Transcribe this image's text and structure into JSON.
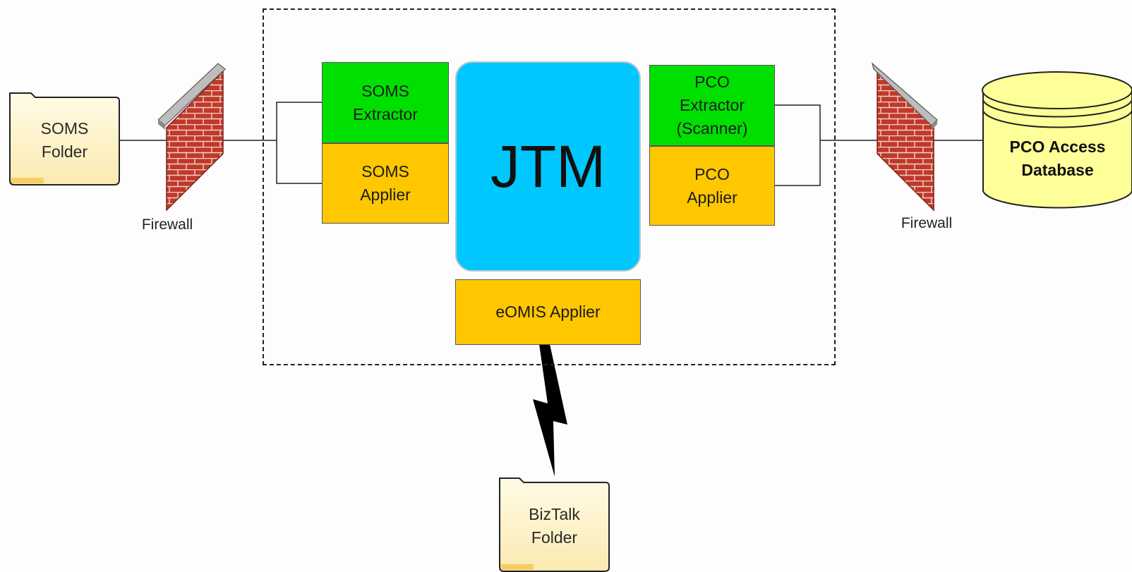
{
  "boundary_label": "",
  "jtm": {
    "label": "JTM"
  },
  "soms_extractor": {
    "label": "SOMS\nExtractor"
  },
  "soms_applier": {
    "label": "SOMS\nApplier"
  },
  "pco_extractor": {
    "label": "PCO\nExtractor\n(Scanner)"
  },
  "pco_applier": {
    "label": "PCO\nApplier"
  },
  "eomis_applier": {
    "label": "eOMIS Applier"
  },
  "soms_folder": {
    "label": "SOMS\nFolder"
  },
  "biztalk_folder": {
    "label": "BizTalk\nFolder"
  },
  "pco_database": {
    "label": "PCO Access\nDatabase"
  },
  "firewall_left": {
    "label": "Firewall"
  },
  "firewall_right": {
    "label": "Firewall"
  },
  "colors": {
    "jtm": "#00c8ff",
    "extractor": "#00e000",
    "applier": "#ffc700",
    "folder": "#fff2c4",
    "database": "#ffff99",
    "brick": "#c0392b"
  }
}
